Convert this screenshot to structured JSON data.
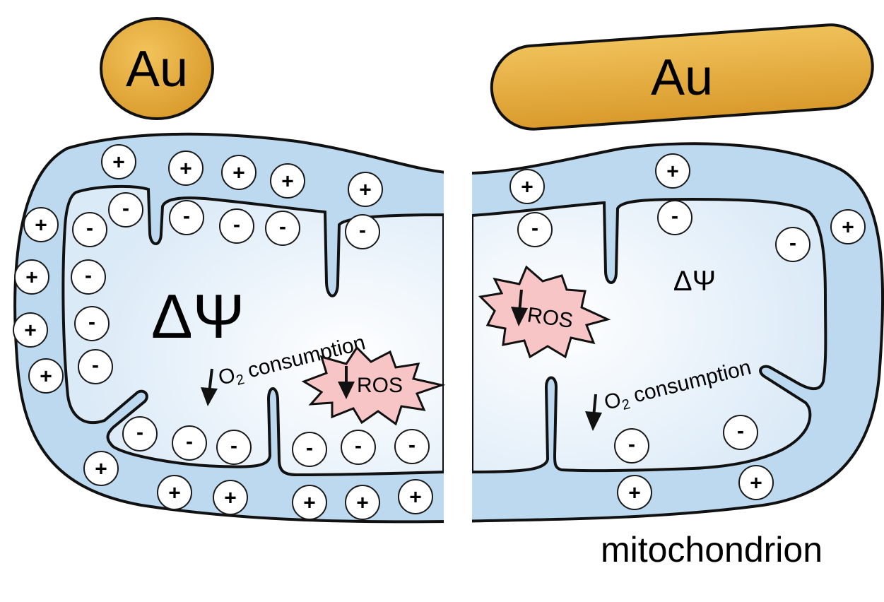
{
  "particles": {
    "sphere_label": "Au",
    "rod_label": "Au",
    "color": "#e3a83a"
  },
  "left_half": {
    "membrane_potential": "ΔΨ",
    "o2_label_main": "O",
    "o2_label_sub": "2",
    "o2_label_rest": " consumption",
    "ros_label": "ROS"
  },
  "right_half": {
    "membrane_potential": "ΔΨ",
    "o2_label_main": "O",
    "o2_label_sub": "2",
    "o2_label_rest": " consumption",
    "ros_label": "ROS"
  },
  "charges": {
    "positive_symbol": "+",
    "negative_symbol": "-"
  },
  "organelle_label": "mitochondrion",
  "colors": {
    "outer_membrane_fill": "#bcd9f0",
    "matrix_fill": "#eef5fc",
    "ros_burst_fill": "#f7c5c5",
    "outline": "#111111"
  }
}
